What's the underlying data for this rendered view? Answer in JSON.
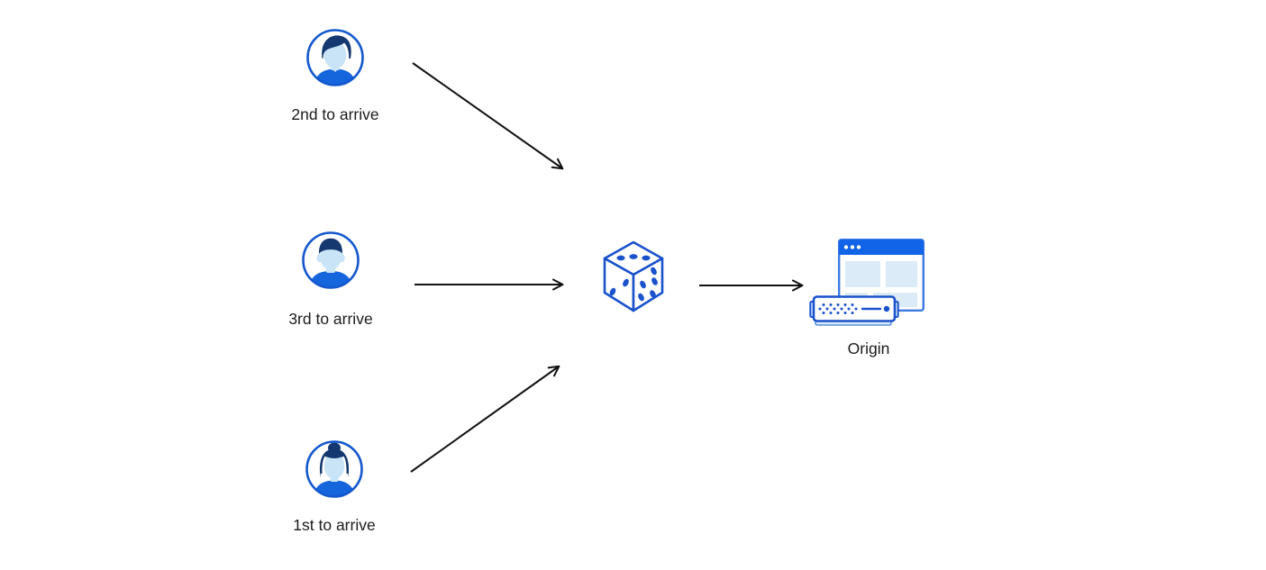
{
  "diagram": {
    "users": [
      {
        "label": "2nd to arrive",
        "icon": "male-user-swoop-hair-avatar"
      },
      {
        "label": "3rd to arrive",
        "icon": "male-user-flattop-avatar"
      },
      {
        "label": "1st to arrive",
        "icon": "female-user-bun-avatar"
      }
    ],
    "randomizer": {
      "icon": "dice"
    },
    "origin": {
      "label": "Origin",
      "icons": [
        "browser-window",
        "server-unit"
      ]
    },
    "arrows": [
      {
        "from": "user-2nd-to-arrive",
        "to": "dice"
      },
      {
        "from": "user-3rd-to-arrive",
        "to": "dice"
      },
      {
        "from": "user-1st-to-arrive",
        "to": "dice"
      },
      {
        "from": "dice",
        "to": "origin"
      }
    ],
    "colors": {
      "primary_blue": "#1458cd",
      "hair_navy": "#14386f",
      "skin_light_blue": "#c8e4f6",
      "shirt_blue": "#1565dd",
      "browser_header_blue": "#1163e8",
      "panel_light_blue": "#dcebf8",
      "server_base_blue": "#d9ebf9",
      "arrow_black": "#111111",
      "text_black": "#1b1b1d",
      "background": "#ffffff"
    }
  }
}
